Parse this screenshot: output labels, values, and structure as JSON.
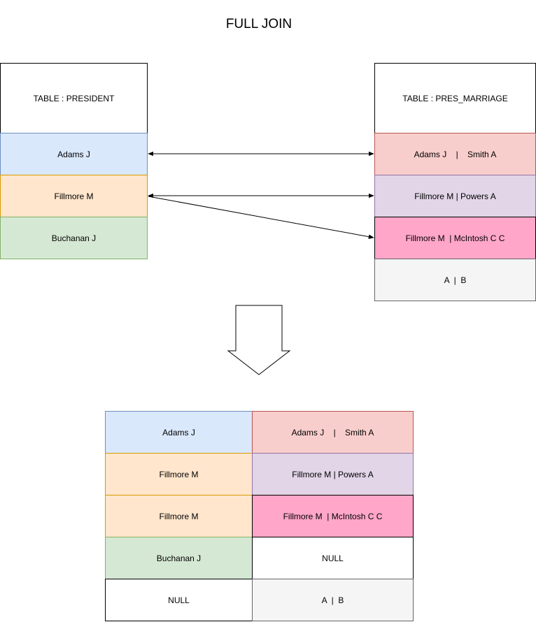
{
  "title": "FULL JOIN",
  "left_table": {
    "header": "TABLE : PRESIDENT",
    "rows": [
      {
        "label": "Adams J",
        "fill": "#dae8fc",
        "stroke": "#6c8ebf"
      },
      {
        "label": "Fillmore M",
        "fill": "#ffe6cc",
        "stroke": "#d79b00"
      },
      {
        "label": "Buchanan J",
        "fill": "#d5e8d4",
        "stroke": "#82b366"
      }
    ]
  },
  "right_table": {
    "header": "TABLE : PRES_MARRIAGE",
    "rows": [
      {
        "label": "Adams J    |    Smith A",
        "fill": "#f8cecc",
        "stroke": "#b85450"
      },
      {
        "label": "Fillmore M | Powers A",
        "fill": "#e1d5e7",
        "stroke": "#9673a6"
      },
      {
        "label": "Fillmore M  | McIntosh C C",
        "fill": "#ffa6c9",
        "stroke": "#000000"
      },
      {
        "label": "A  |  B",
        "fill": "#f5f5f5",
        "stroke": "#666666"
      }
    ]
  },
  "result": {
    "rows": [
      [
        {
          "label": "Adams J",
          "fill": "#dae8fc",
          "stroke": "#6c8ebf"
        },
        {
          "label": "Adams J    |    Smith A",
          "fill": "#f8cecc",
          "stroke": "#b85450"
        }
      ],
      [
        {
          "label": "Fillmore M",
          "fill": "#ffe6cc",
          "stroke": "#d79b00"
        },
        {
          "label": "Fillmore M | Powers A",
          "fill": "#e1d5e7",
          "stroke": "#9673a6"
        }
      ],
      [
        {
          "label": "Fillmore M",
          "fill": "#ffe6cc",
          "stroke": "#d79b00"
        },
        {
          "label": "Fillmore M  | McIntosh C C",
          "fill": "#ffa6c9",
          "stroke": "#000000"
        }
      ],
      [
        {
          "label": "Buchanan J",
          "fill": "#d5e8d4",
          "stroke": "#82b366"
        },
        {
          "label": "NULL",
          "fill": "#ffffff",
          "stroke": "#000000"
        }
      ],
      [
        {
          "label": "NULL",
          "fill": "#ffffff",
          "stroke": "#000000"
        },
        {
          "label": "A  |  B",
          "fill": "#f5f5f5",
          "stroke": "#666666"
        }
      ]
    ]
  }
}
